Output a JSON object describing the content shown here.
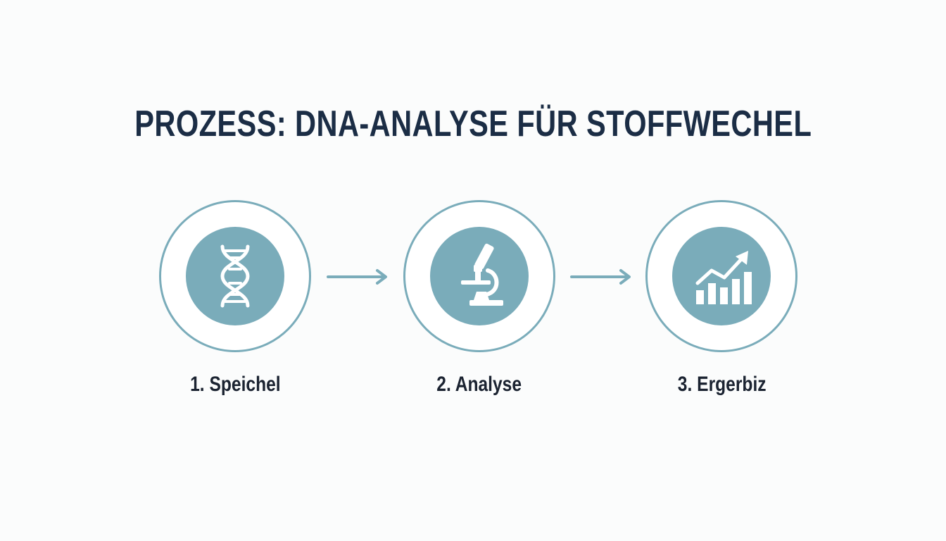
{
  "title": "PROZESS: DNA-ANALYSE FÜR STOFFWECHEL",
  "colors": {
    "title": "#1b2d45",
    "accent": "#7aacba",
    "label": "#1b2331",
    "background": "#fbfcfc"
  },
  "steps": [
    {
      "label": "1. Speichel",
      "icon": "dna-icon"
    },
    {
      "label": "2. Analyse",
      "icon": "microscope-icon"
    },
    {
      "label": "3. Ergerbiz",
      "icon": "growth-chart-icon"
    }
  ]
}
